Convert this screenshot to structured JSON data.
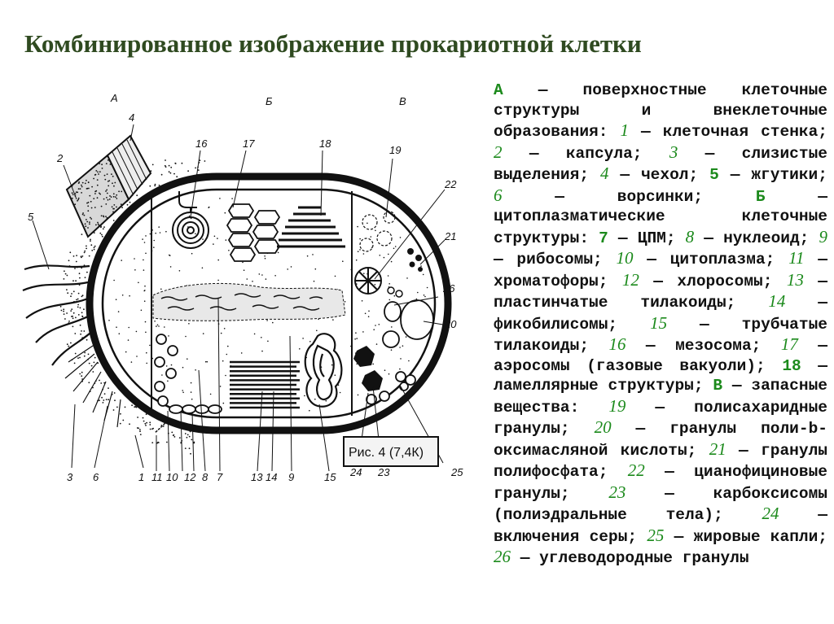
{
  "slide": {
    "title": "Комбинированное изображение прокариотной клетки"
  },
  "figure": {
    "section_labels": [
      "А",
      "Б",
      "В"
    ],
    "number_labels": [
      "1",
      "2",
      "3",
      "4",
      "5",
      "6",
      "7",
      "8",
      "9",
      "10",
      "11",
      "12",
      "13",
      "14",
      "15",
      "16",
      "17",
      "18",
      "19",
      "20",
      "21",
      "22",
      "23",
      "24",
      "25",
      "26"
    ],
    "caption": "Рис. 4 (7,4К)"
  },
  "legend": {
    "segments": [
      {
        "t": "А",
        "c": "green"
      },
      {
        "t": " — поверхностные клеточные структуры и внеклеточные образования: ",
        "c": "dark"
      },
      {
        "t": "1",
        "c": "green-it"
      },
      {
        "t": " — клеточная стенка; ",
        "c": "dark"
      },
      {
        "t": "2",
        "c": "green-it"
      },
      {
        "t": " — капсула; ",
        "c": "dark"
      },
      {
        "t": "3",
        "c": "green-it"
      },
      {
        "t": " — слизистые выделения; ",
        "c": "dark"
      },
      {
        "t": "4",
        "c": "green-it"
      },
      {
        "t": " — чехол; ",
        "c": "dark"
      },
      {
        "t": "5",
        "c": "green"
      },
      {
        "t": " — жгутики; ",
        "c": "dark"
      },
      {
        "t": "6",
        "c": "green-it"
      },
      {
        "t": " — ворсинки; ",
        "c": "dark"
      },
      {
        "t": "Б",
        "c": "green"
      },
      {
        "t": " — цитоплазматические клеточные структуры: ",
        "c": "dark"
      },
      {
        "t": "7",
        "c": "green"
      },
      {
        "t": " — ЦПМ; ",
        "c": "dark"
      },
      {
        "t": "8",
        "c": "green-it"
      },
      {
        "t": " — нуклеоид; ",
        "c": "dark"
      },
      {
        "t": "9",
        "c": "green-it"
      },
      {
        "t": " — рибосомы; ",
        "c": "dark"
      },
      {
        "t": "10",
        "c": "green-it"
      },
      {
        "t": " — цитоплазма; ",
        "c": "dark"
      },
      {
        "t": "11",
        "c": "green-it"
      },
      {
        "t": " — хроматофоры; ",
        "c": "dark"
      },
      {
        "t": "12",
        "c": "green-it"
      },
      {
        "t": " — хлоросомы; ",
        "c": "dark"
      },
      {
        "t": "13",
        "c": "green-it"
      },
      {
        "t": " — пластинчатые тилакоиды; ",
        "c": "dark"
      },
      {
        "t": "14",
        "c": "green-it"
      },
      {
        "t": " — фикобилисомы; ",
        "c": "dark"
      },
      {
        "t": "15",
        "c": "green-it"
      },
      {
        "t": " — трубчатые тилакоиды; ",
        "c": "dark"
      },
      {
        "t": "16",
        "c": "green-it"
      },
      {
        "t": " — мезосома; ",
        "c": "dark"
      },
      {
        "t": "17",
        "c": "green-it"
      },
      {
        "t": " — аэросомы (газовые вакуоли); ",
        "c": "dark"
      },
      {
        "t": "18",
        "c": "green"
      },
      {
        "t": " — ламеллярные структуры; ",
        "c": "dark"
      },
      {
        "t": "В",
        "c": "green"
      },
      {
        "t": " — запасные вещества: ",
        "c": "dark"
      },
      {
        "t": "19",
        "c": "green-it"
      },
      {
        "t": " — полисахаридные гранулы; ",
        "c": "dark"
      },
      {
        "t": "20",
        "c": "green-it"
      },
      {
        "t": " — гранулы поли-b-оксимасляной кислоты; ",
        "c": "dark"
      },
      {
        "t": "21",
        "c": "green-it"
      },
      {
        "t": " — гранулы полифосфата; ",
        "c": "dark"
      },
      {
        "t": "22",
        "c": "green-it"
      },
      {
        "t": " — цианофициновые гранулы; ",
        "c": "dark"
      },
      {
        "t": "23",
        "c": "green-it"
      },
      {
        "t": " — карбоксисомы (полиэдральные тела); ",
        "c": "dark"
      },
      {
        "t": "24",
        "c": "green-it"
      },
      {
        "t": " — включения серы; ",
        "c": "dark"
      },
      {
        "t": "25",
        "c": "green-it"
      },
      {
        "t": " — жировые капли; ",
        "c": "dark"
      },
      {
        "t": "26",
        "c": "green-it"
      },
      {
        "t": " — углеводородные гранулы",
        "c": "dark"
      }
    ]
  },
  "colors": {
    "title": "#2f4a20",
    "accent_green": "#1c8a1c",
    "text": "#111111",
    "background": "#ffffff"
  }
}
